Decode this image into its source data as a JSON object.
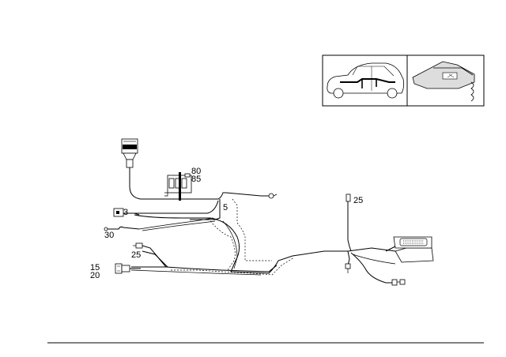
{
  "callouts": {
    "c80": "80",
    "c85": "85",
    "c5": "5",
    "c25_right": "25",
    "c30": "30",
    "c25_left": "25",
    "c15": "15",
    "c20": "20"
  },
  "icons": {
    "car": "car-outline-icon",
    "phone": "car-telephone-icon"
  }
}
